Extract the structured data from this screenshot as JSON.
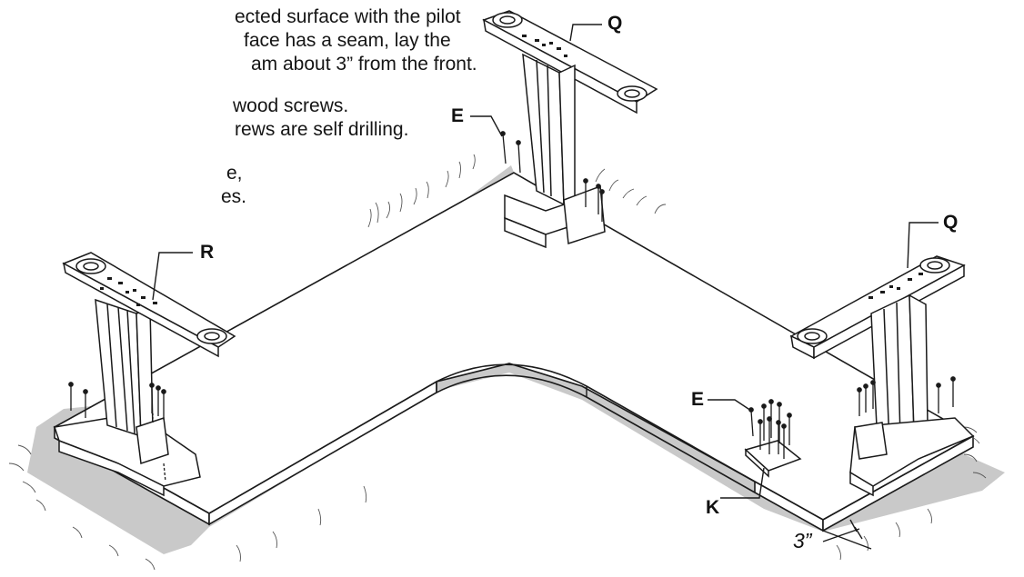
{
  "instructions": {
    "line1": "ected surface with the pilot",
    "line2": "face has a seam, lay the",
    "line3": "am about 3” from the front.",
    "line4": "wood screws.",
    "line5": "rews are self drilling.",
    "line6": "e,",
    "line7": "es."
  },
  "labels": {
    "q_top": "Q",
    "q_right": "Q",
    "r": "R",
    "e_top": "E",
    "e_right": "E",
    "k": "K",
    "dimension": "3”"
  },
  "colors": {
    "line": "#1a1a1a",
    "floor_shadow": "#c8c8c8",
    "surface": "#ffffff"
  }
}
